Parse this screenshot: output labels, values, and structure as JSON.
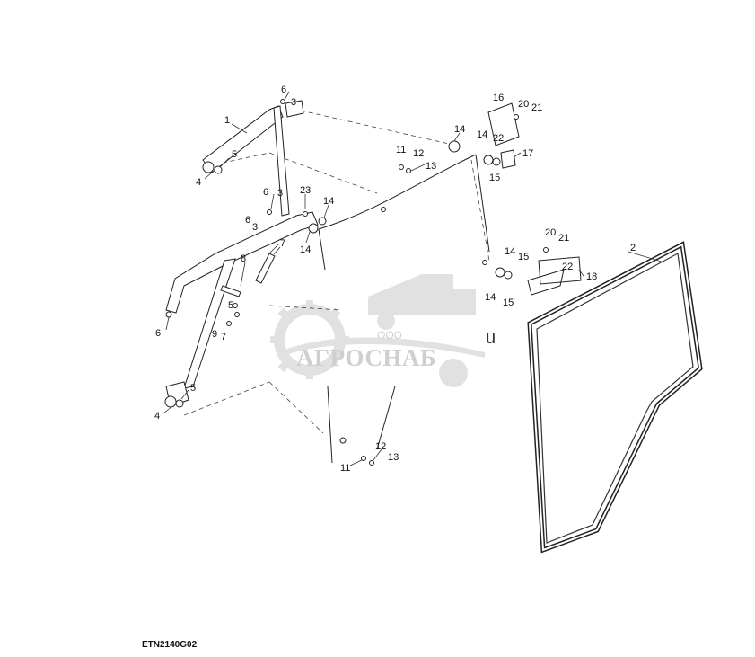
{
  "figure_code": "ETN2140G02",
  "watermark": {
    "company_prefix": "ООО",
    "company_name": "АГРОСНАБ"
  },
  "stray_mark": "u",
  "callouts": [
    {
      "id": "c6a",
      "label": "6"
    },
    {
      "id": "c3a",
      "label": "3"
    },
    {
      "id": "c1",
      "label": "1"
    },
    {
      "id": "c5a",
      "label": "5"
    },
    {
      "id": "c4a",
      "label": "4"
    },
    {
      "id": "c6b",
      "label": "6"
    },
    {
      "id": "c3b",
      "label": "3"
    },
    {
      "id": "c23",
      "label": "23"
    },
    {
      "id": "c6c",
      "label": "6"
    },
    {
      "id": "c3c",
      "label": "3"
    },
    {
      "id": "c14a",
      "label": "14"
    },
    {
      "id": "c14b",
      "label": "14"
    },
    {
      "id": "c7",
      "label": "7"
    },
    {
      "id": "c8",
      "label": "8"
    },
    {
      "id": "c5b",
      "label": "5"
    },
    {
      "id": "c9",
      "label": "9"
    },
    {
      "id": "c7b",
      "label": "7"
    },
    {
      "id": "c6d",
      "label": "6"
    },
    {
      "id": "c5c",
      "label": "5"
    },
    {
      "id": "c4b",
      "label": "4"
    },
    {
      "id": "c11a",
      "label": "11"
    },
    {
      "id": "c12a",
      "label": "12"
    },
    {
      "id": "c13a",
      "label": "13"
    },
    {
      "id": "c14c",
      "label": "14"
    },
    {
      "id": "c16",
      "label": "16"
    },
    {
      "id": "c20a",
      "label": "20"
    },
    {
      "id": "c21a",
      "label": "21"
    },
    {
      "id": "c22a",
      "label": "22"
    },
    {
      "id": "c14d",
      "label": "14"
    },
    {
      "id": "c15a",
      "label": "15"
    },
    {
      "id": "c17",
      "label": "17"
    },
    {
      "id": "c20b",
      "label": "20"
    },
    {
      "id": "c21b",
      "label": "21"
    },
    {
      "id": "c14e",
      "label": "14"
    },
    {
      "id": "c15b",
      "label": "15"
    },
    {
      "id": "c22b",
      "label": "22"
    },
    {
      "id": "c18",
      "label": "18"
    },
    {
      "id": "c14f",
      "label": "14"
    },
    {
      "id": "c15c",
      "label": "15"
    },
    {
      "id": "c2",
      "label": "2"
    },
    {
      "id": "c11b",
      "label": "11"
    },
    {
      "id": "c12b",
      "label": "12"
    },
    {
      "id": "c13b",
      "label": "13"
    }
  ]
}
